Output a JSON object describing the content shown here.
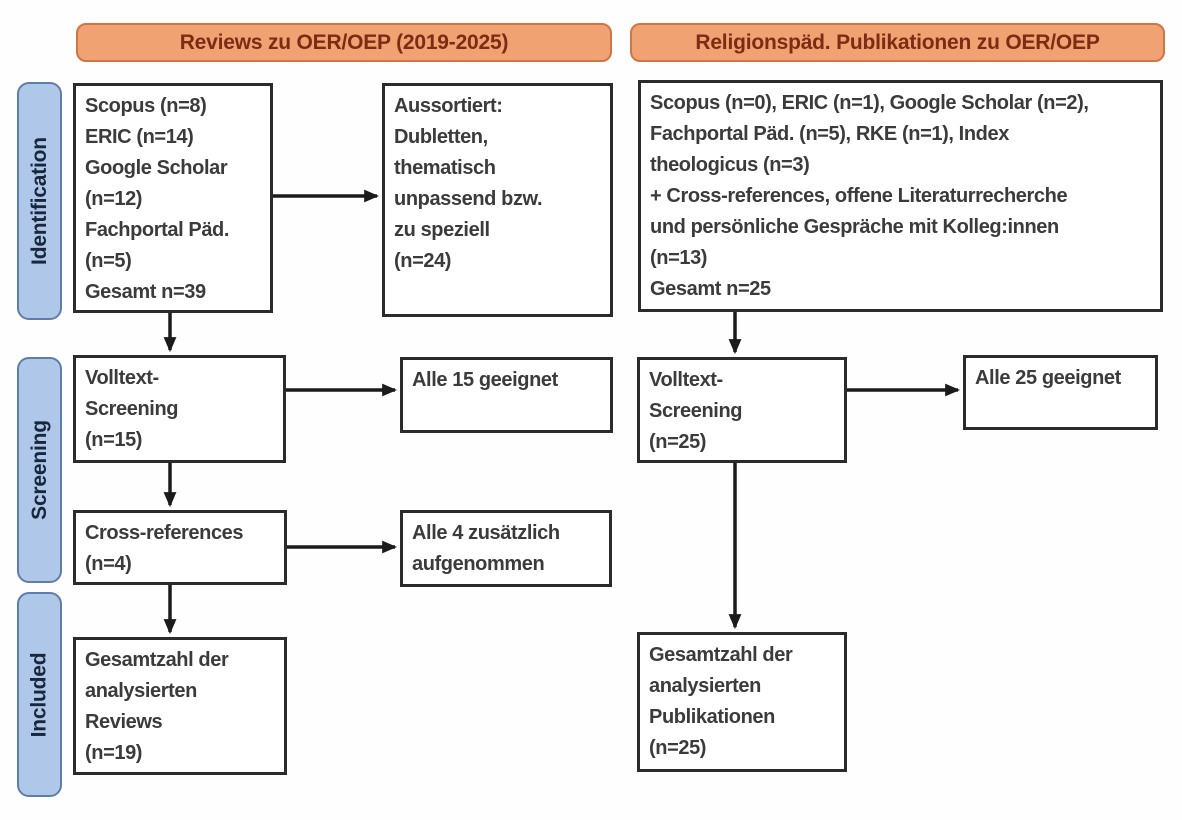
{
  "colors": {
    "background": "#fefefe",
    "header_fill": "#f0a272",
    "header_border": "#ce7647",
    "header_text": "#7e2b14",
    "stage_fill": "#afc8e9",
    "stage_border": "#5f7da9",
    "stage_text": "#18273b",
    "box_border": "#2b2b2b",
    "box_text": "#3b3b3b",
    "arrow": "#1b1b1b"
  },
  "headers": {
    "left": "Reviews zu OER/OEP (2019-2025)",
    "right": "Religionspäd. Publikationen zu OER/OEP"
  },
  "stages": [
    "Identification",
    "Screening",
    "Included"
  ],
  "left_flow": {
    "sources": "Scopus (n=8)\nERIC (n=14)\nGoogle Scholar\n(n=12)\nFachportal Päd.\n(n=5)\nGesamt n=39",
    "excluded": "Aussortiert:\nDubletten,\nthematisch\nunpassend bzw.\nzu speziell\n(n=24)",
    "fulltext_screening": "Volltext-\nScreening\n(n=15)",
    "all_suitable": "Alle 15 geeignet",
    "cross_references": "Cross-references\n(n=4)",
    "additional_included": "Alle 4 zusätzlich\naufgenommen",
    "total": "Gesamtzahl der\nanalysierten\nReviews\n(n=19)"
  },
  "right_flow": {
    "sources": "Scopus (n=0), ERIC (n=1), Google Scholar (n=2),\nFachportal Päd. (n=5), RKE (n=1), Index\ntheologicus (n=3)\n+ Cross-references, offene Literaturrecherche\nund persönliche Gespräche mit Kolleg:innen\n(n=13)\nGesamt n=25",
    "fulltext_screening": "Volltext-\nScreening\n(n=25)",
    "all_suitable": "Alle 25 geeignet",
    "total": "Gesamtzahl der\nanalysierten\nPublikationen\n(n=25)"
  }
}
